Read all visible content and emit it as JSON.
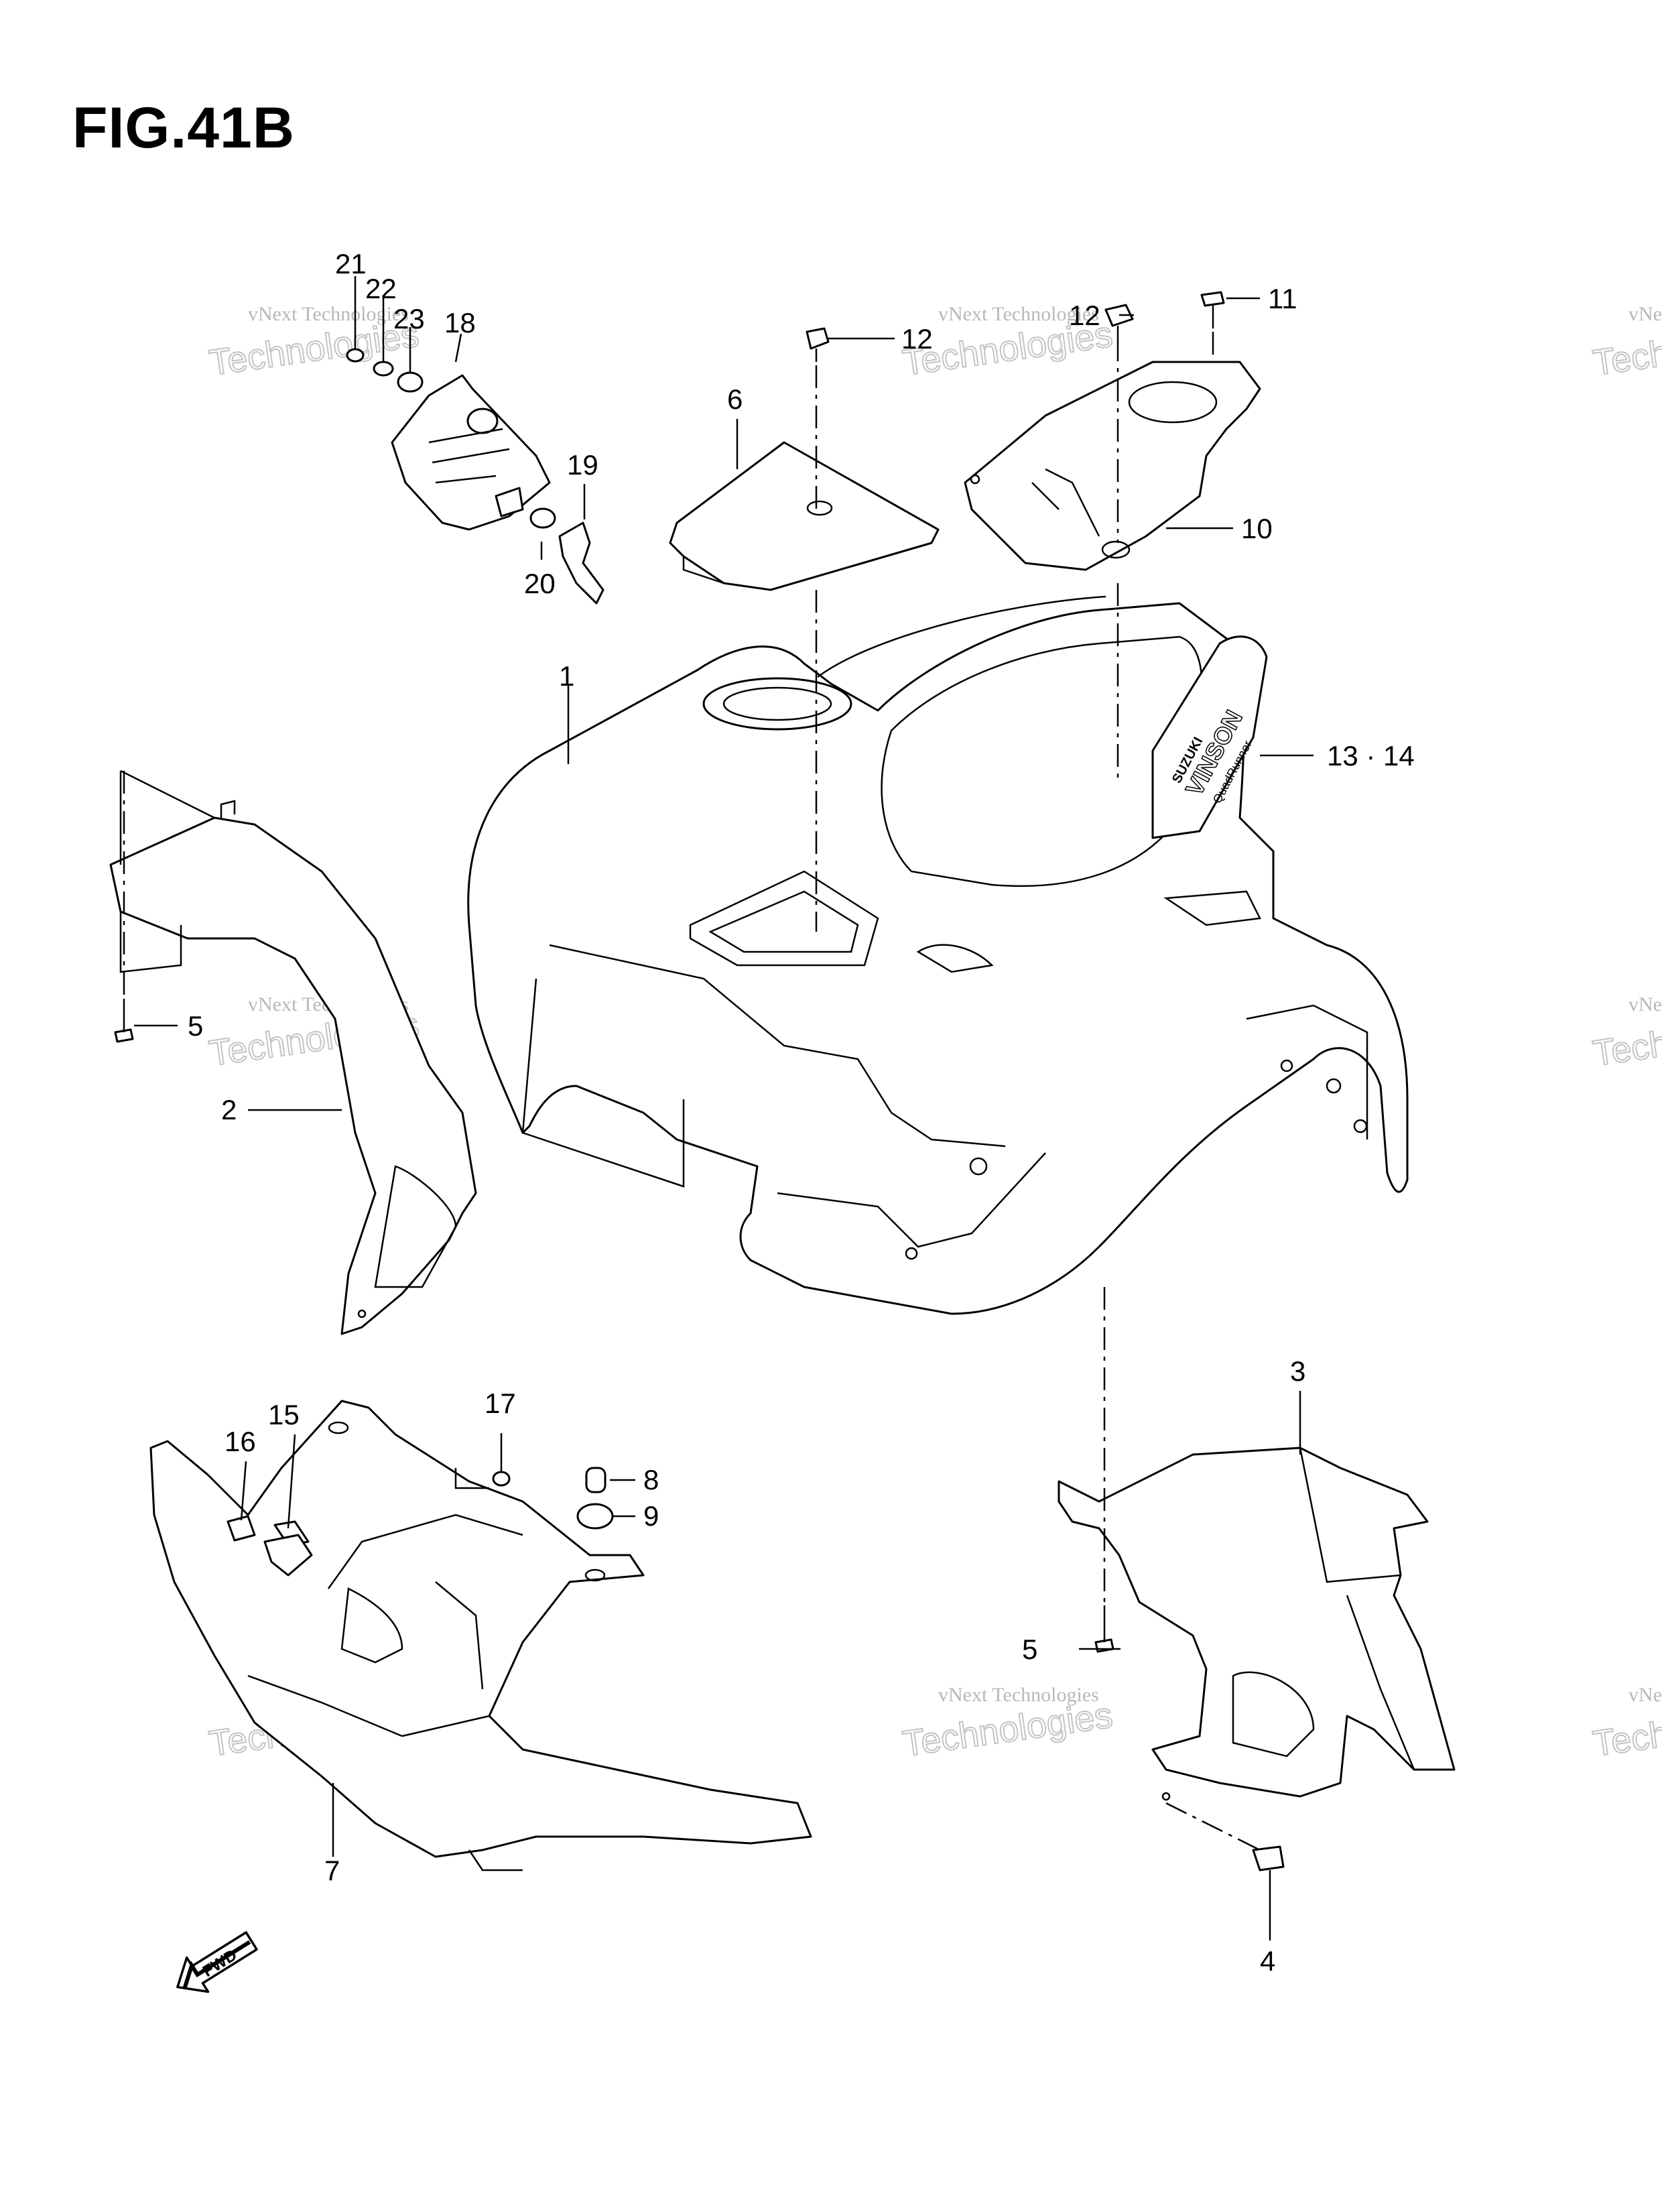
{
  "figure": {
    "title": "FIG.41B"
  },
  "watermark": {
    "line1": "vNext Technologies",
    "line2": "Technologies",
    "faded": "vNext"
  },
  "decal": {
    "brand": "SUZUKI",
    "model": "VINSON",
    "sub": "QuadRunner"
  },
  "arrow_label": "FWD",
  "callouts": [
    "1",
    "2",
    "3",
    "4",
    "5",
    "5",
    "6",
    "7",
    "8",
    "9",
    "10",
    "11",
    "12",
    "12",
    "13 · 14",
    "15",
    "16",
    "17",
    "18",
    "19",
    "20",
    "21",
    "22",
    "23"
  ]
}
